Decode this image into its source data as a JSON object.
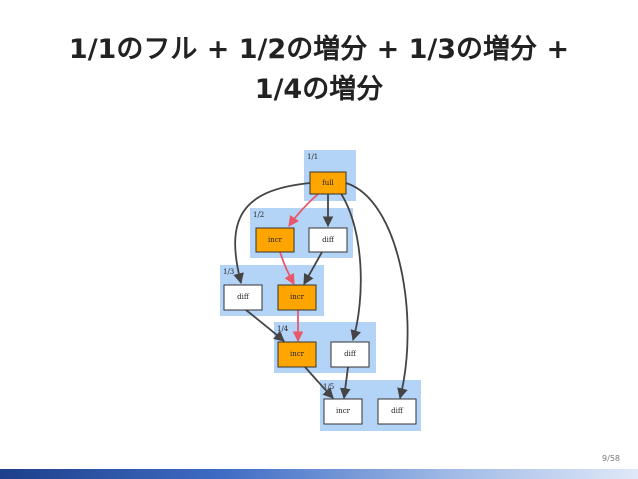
{
  "title": {
    "line1": "1/1のフル + 1/2の増分 + 1/3の増分 +",
    "line2": "1/4の増分"
  },
  "diagram": {
    "groups": [
      {
        "id": "g1",
        "label": "1/1"
      },
      {
        "id": "g2",
        "label": "1/2"
      },
      {
        "id": "g3",
        "label": "1/3"
      },
      {
        "id": "g4",
        "label": "1/4"
      },
      {
        "id": "g5",
        "label": "1/5"
      }
    ],
    "nodes": [
      {
        "id": "n1",
        "label": "full",
        "highlight": true
      },
      {
        "id": "n2",
        "label": "incr",
        "highlight": true
      },
      {
        "id": "n3",
        "label": "diff",
        "highlight": false
      },
      {
        "id": "n4",
        "label": "diff",
        "highlight": false
      },
      {
        "id": "n5",
        "label": "incr",
        "highlight": true
      },
      {
        "id": "n6",
        "label": "incr",
        "highlight": true
      },
      {
        "id": "n7",
        "label": "diff",
        "highlight": false
      },
      {
        "id": "n8",
        "label": "incr",
        "highlight": false
      },
      {
        "id": "n9",
        "label": "diff",
        "highlight": false
      }
    ],
    "colors": {
      "group_bg": "#b3d3f7",
      "highlight_fill": "#ffa500",
      "normal_fill": "#ffffff",
      "highlight_edge": "#e8586a",
      "normal_edge": "#555555"
    }
  },
  "footer": {
    "page": "9/58"
  }
}
